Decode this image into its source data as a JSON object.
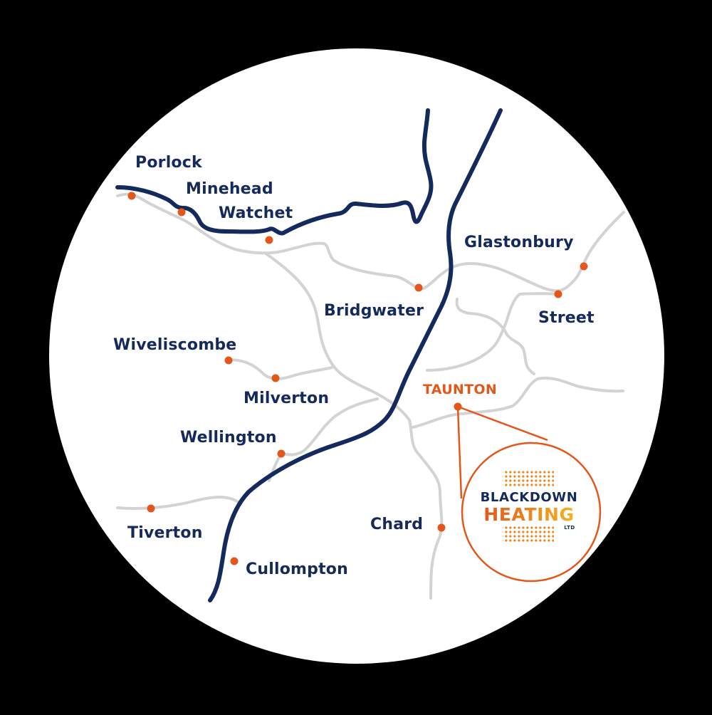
{
  "map": {
    "background_color": "#000000",
    "circle_color": "#ffffff",
    "road_color": "#d3d3d3",
    "motorway_color": "#152a5c",
    "town_dot_color": "#e4571b",
    "label_color": "#152a5c",
    "highlight_color": "#e4571b"
  },
  "towns": [
    {
      "id": "porlock",
      "name": "Porlock"
    },
    {
      "id": "minehead",
      "name": "Minehead"
    },
    {
      "id": "watchet",
      "name": "Watchet"
    },
    {
      "id": "glastonbury",
      "name": "Glastonbury"
    },
    {
      "id": "bridgwater",
      "name": "Bridgwater"
    },
    {
      "id": "street",
      "name": "Street"
    },
    {
      "id": "wiveliscombe",
      "name": "Wiveliscombe"
    },
    {
      "id": "milverton",
      "name": "Milverton"
    },
    {
      "id": "wellington",
      "name": "Wellington"
    },
    {
      "id": "tiverton",
      "name": "Tiverton"
    },
    {
      "id": "chard",
      "name": "Chard"
    },
    {
      "id": "cullompton",
      "name": "Cullompton"
    }
  ],
  "highlight": {
    "name": "TAUNTON"
  },
  "logo": {
    "line1": "BLACKDOWN",
    "line2": "HEATING",
    "line3": "LTD",
    "line1_color": "#152a5c",
    "line2_gradient_start": "#e4571b",
    "line2_gradient_end": "#f5b21c"
  }
}
